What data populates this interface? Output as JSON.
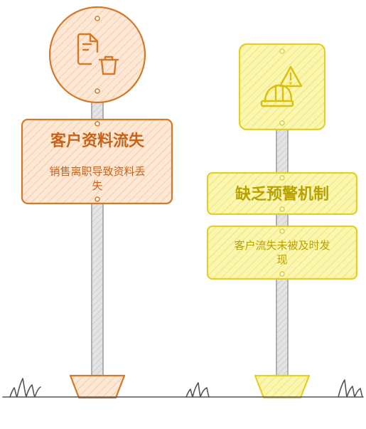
{
  "signs": [
    {
      "title": "客户资料流失",
      "subtitle_lines": [
        "销售离职导致资料丢",
        "失"
      ],
      "icon": "document-trash-icon",
      "colors": {
        "stroke": "#d2792a",
        "fill": "#fde8d6",
        "text": "#c8641a",
        "pole": "#d4d4d4"
      }
    },
    {
      "title": "缺乏预警机制",
      "subtitle_lines": [
        "客户流失未被及时发",
        "现"
      ],
      "icon": "warning-helmet-icon",
      "colors": {
        "stroke": "#e2cf2a",
        "fill": "#fbf6b0",
        "text": "#b8a200",
        "pole": "#d4d4d4"
      }
    }
  ],
  "ground_color": "#555555"
}
